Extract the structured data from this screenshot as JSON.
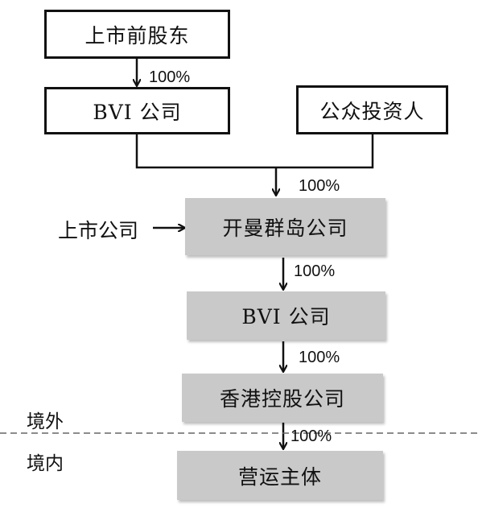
{
  "nodes": {
    "pre_listing_shareholders": "上市前股东",
    "bvi_holding": "BVI 公司",
    "public_investors": "公众投资人",
    "cayman_company": "开曼群岛公司",
    "bvi_subsidiary": "BVI 公司",
    "hong_kong_company": "香港控股公司",
    "operating_entity": "营运主体"
  },
  "labels": {
    "listed_company": "上市公司",
    "offshore": "境外",
    "onshore": "境内"
  },
  "ownership": {
    "shareholders_to_bvi": "100%",
    "to_cayman": "100%",
    "cayman_to_bvi": "100%",
    "bvi_to_hk": "100%",
    "hk_to_operating": "100%"
  },
  "colors": {
    "grey_box": "#c9c9c9",
    "line": "#111111"
  }
}
